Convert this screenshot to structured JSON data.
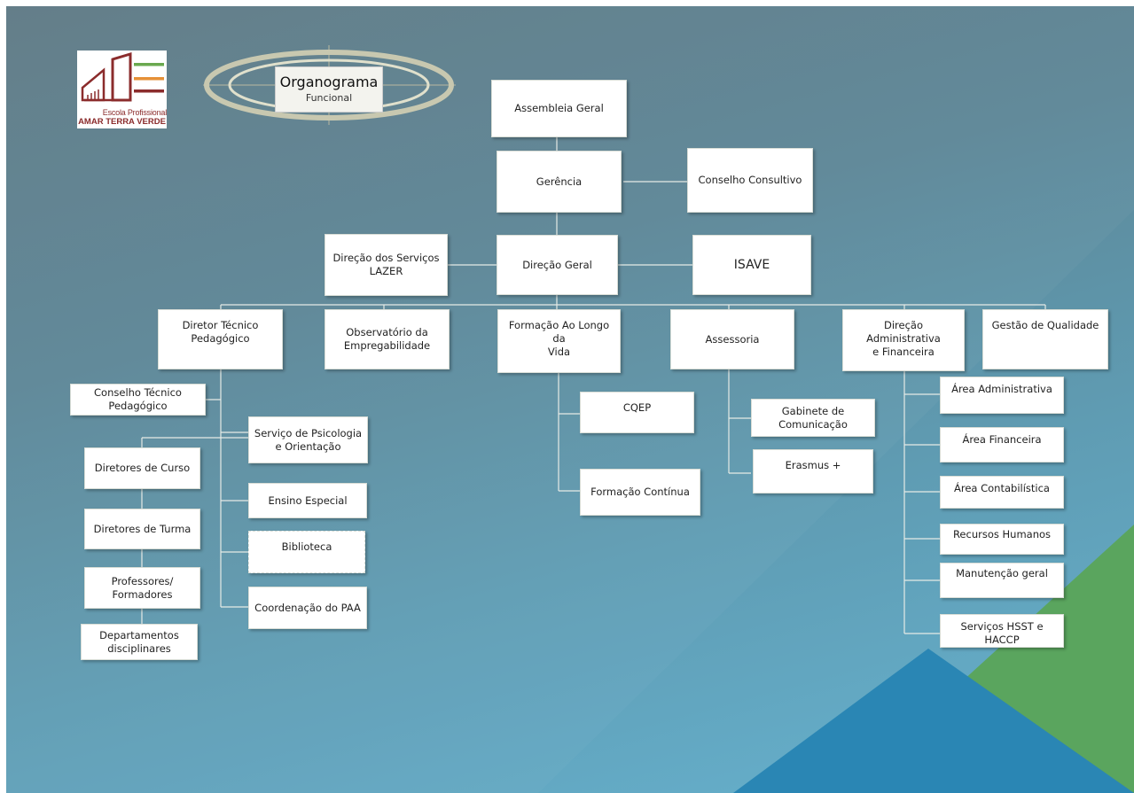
{
  "title": {
    "main": "Organograma",
    "sub": "Funcional"
  },
  "logo": {
    "line1": "Escola Profissional",
    "line2": "AMAR TERRA VERDE",
    "brand_color": "#8b2c2c",
    "stripe_colors": [
      "#6aa84f",
      "#e69138",
      "#8b2c2c"
    ]
  },
  "nodes": {
    "assembleia": "Assembleia Geral",
    "gerencia": "Gerência",
    "conselho_consultivo": "Conselho Consultivo",
    "direcao_servicos": "Direção dos Serviços\nLAZER",
    "direcao_geral": "Direção Geral",
    "isave": "ISAVE",
    "diretor_tecnico": "Diretor Técnico\nPedagógico",
    "observatorio": "Observatório da\nEmpregabilidade",
    "formacao_vida": "Formação Ao Longo da\nVida",
    "assessoria": "Assessoria",
    "direcao_admin": "Direção Administrativa\ne Financeira",
    "gestao_qualidade": "Gestão de Qualidade",
    "conselho_tecnico": "Conselho Técnico\nPedagógico",
    "servico_psicologia": "Serviço de Psicologia\ne Orientação",
    "diretores_curso": "Diretores de Curso",
    "ensino_especial": "Ensino Especial",
    "diretores_turma": "Diretores de Turma",
    "biblioteca": "Biblioteca",
    "professores": "Professores/\nFormadores",
    "coordenacao_paa": "Coordenação do PAA",
    "departamentos": "Departamentos\ndisciplinares",
    "cqep": "CQEP",
    "formacao_continua": "Formação Contínua",
    "gabinete": "Gabinete de\nComunicação",
    "erasmus": "Erasmus +",
    "area_administrativa": "Área Administrativa",
    "area_financeira": "Área Financeira",
    "area_contabilistica": "Área Contabilística",
    "recursos_humanos": "Recursos Humanos",
    "manutencao": "Manutenção geral",
    "servicos_hsst": "Serviços HSST e HACCP"
  },
  "colors": {
    "box": "#ffffff",
    "line": "#e8ece8",
    "accent_green": "#5aa55e",
    "accent_blue": "#2a86b4"
  }
}
